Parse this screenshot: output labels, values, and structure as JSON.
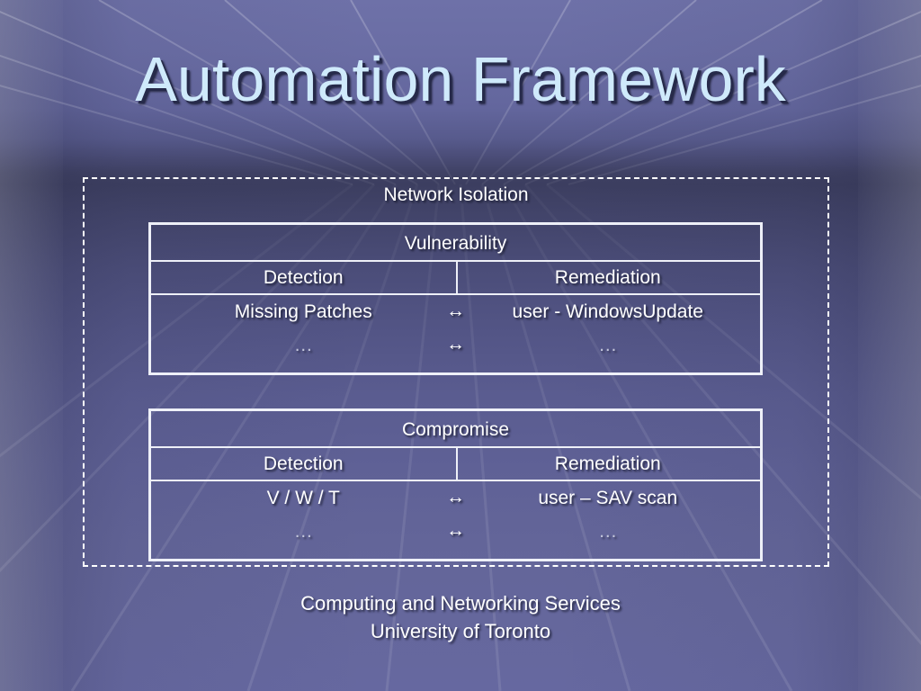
{
  "slide": {
    "title": "Automation Framework",
    "background_color": "#5a5c90",
    "title_color": "#cfeafb",
    "text_color": "#ffffff",
    "border_color": "#eef0f8"
  },
  "isolation": {
    "label": "Network Isolation",
    "border_style": "dashed"
  },
  "tables": [
    {
      "name": "vulnerability",
      "title": "Vulnerability",
      "columns": [
        "Detection",
        "Remediation"
      ],
      "rows": [
        {
          "detection": "Missing Patches",
          "arrow": "↔",
          "remediation": "user - WindowsUpdate"
        },
        {
          "detection": "…",
          "arrow": "↔",
          "remediation": "…"
        }
      ]
    },
    {
      "name": "compromise",
      "title": "Compromise",
      "columns": [
        "Detection",
        "Remediation"
      ],
      "rows": [
        {
          "detection": "V / W / T",
          "arrow": "↔",
          "remediation": "user – SAV scan"
        },
        {
          "detection": "…",
          "arrow": "↔",
          "remediation": "…"
        }
      ]
    }
  ],
  "footer": {
    "line1": "Computing and Networking Services",
    "line2": "University of Toronto"
  }
}
